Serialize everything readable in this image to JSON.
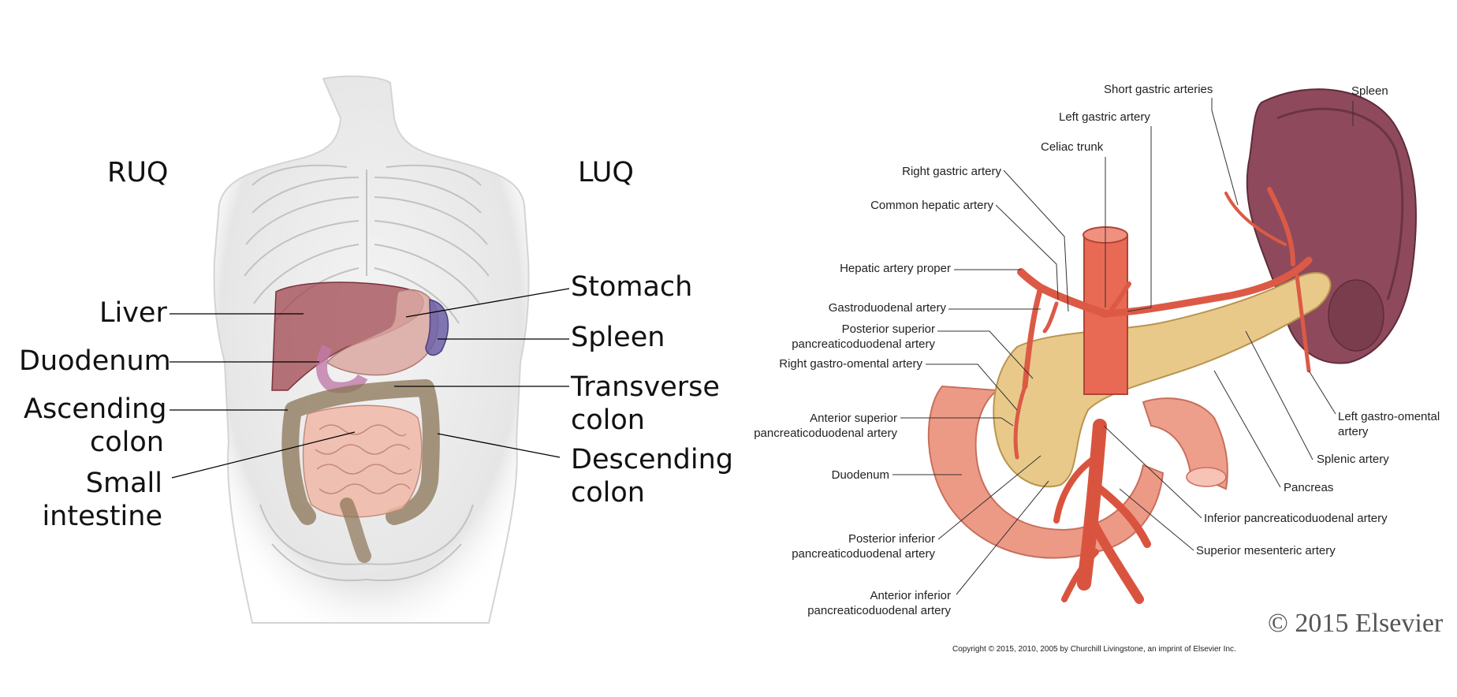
{
  "left_diagram": {
    "quadrants": {
      "ruq": "RUQ",
      "luq": "LUQ"
    },
    "labels": {
      "liver": "Liver",
      "duodenum": "Duodenum",
      "ascending_colon": [
        "Ascending",
        "colon"
      ],
      "small_intestine": [
        "Small",
        "intestine"
      ],
      "stomach": "Stomach",
      "spleen": "Spleen",
      "transverse_colon": [
        "Transverse",
        "colon"
      ],
      "descending_colon": [
        "Descending",
        "colon"
      ]
    }
  },
  "right_diagram": {
    "labels": {
      "short_gastric": "Short gastric arteries",
      "spleen": "Spleen",
      "left_gastric": "Left gastric artery",
      "celiac_trunk": "Celiac trunk",
      "right_gastric": "Right gastric artery",
      "common_hepatic": "Common hepatic artery",
      "hepatic_proper": "Hepatic artery proper",
      "gastroduodenal": "Gastroduodenal artery",
      "post_sup_pd": [
        "Posterior superior",
        "pancreaticoduodenal artery"
      ],
      "right_gastro_omental": "Right gastro-omental artery",
      "ant_sup_pd": [
        "Anterior superior",
        "pancreaticoduodenal artery"
      ],
      "duodenum": "Duodenum",
      "post_inf_pd": [
        "Posterior inferior",
        "pancreaticoduodenal artery"
      ],
      "ant_inf_pd": [
        "Anterior inferior",
        "pancreaticoduodenal artery"
      ],
      "left_gastro_omental": [
        "Left gastro-omental",
        "artery"
      ],
      "splenic_artery": "Splenic artery",
      "pancreas": "Pancreas",
      "inf_pd": "Inferior pancreaticoduodenal artery",
      "sma": "Superior mesenteric artery"
    },
    "copyright_mark": "© 2015 Elsevier",
    "copyright_line": "Copyright © 2015, 2010, 2005 by Churchill Livingstone, an imprint of Elsevier Inc."
  }
}
